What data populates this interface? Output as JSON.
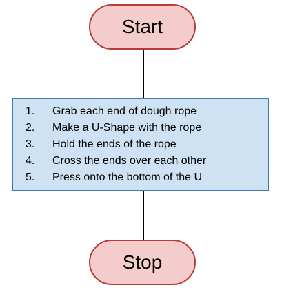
{
  "flowchart": {
    "start_label": "Start",
    "stop_label": "Stop",
    "steps": [
      {
        "num": "1.",
        "text": "Grab each end of dough rope"
      },
      {
        "num": "2.",
        "text": "Make a U-Shape with the rope"
      },
      {
        "num": "3.",
        "text": "Hold the ends of the rope"
      },
      {
        "num": "4.",
        "text": "Cross the ends over each other"
      },
      {
        "num": "5.",
        "text": "Press onto the bottom of the U"
      }
    ]
  },
  "colors": {
    "terminal_fill": "#f4cccc",
    "terminal_border": "#b83b3b",
    "process_fill": "#cfe2f3",
    "process_border": "#3d7ab8",
    "connector": "#000000"
  }
}
